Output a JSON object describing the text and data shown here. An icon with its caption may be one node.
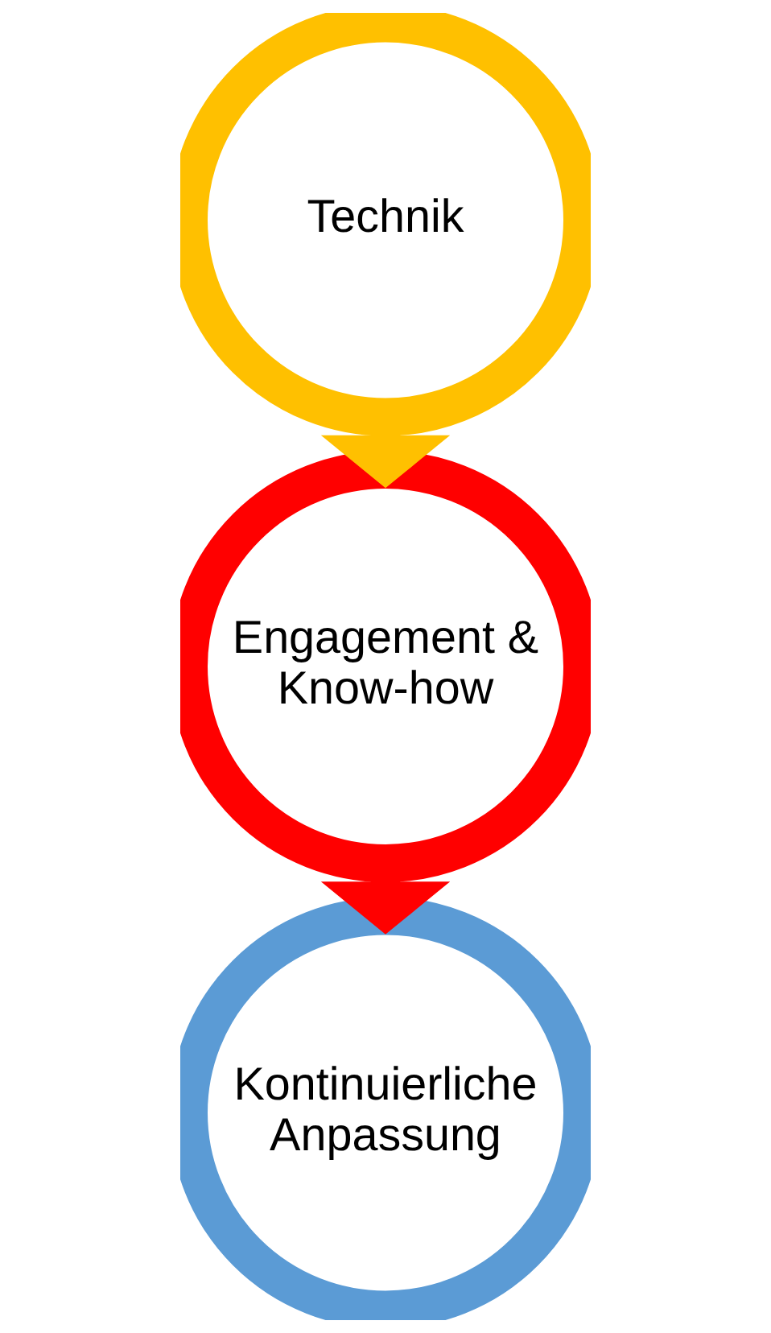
{
  "diagram": {
    "nodes": [
      {
        "text": [
          "Technik"
        ]
      },
      {
        "text": [
          "Engagement & Know-how"
        ]
      },
      {
        "text": [
          "Kontinuierliche Anpassung"
        ]
      }
    ],
    "edges": [
      {
        "from": 0,
        "to": 1,
        "arrow": "to",
        "style": "thick",
        "color": "#ffc000"
      },
      {
        "from": 1,
        "to": 2,
        "arrow": "to",
        "style": "thick",
        "color": "#ff0000"
      }
    ]
  }
}
